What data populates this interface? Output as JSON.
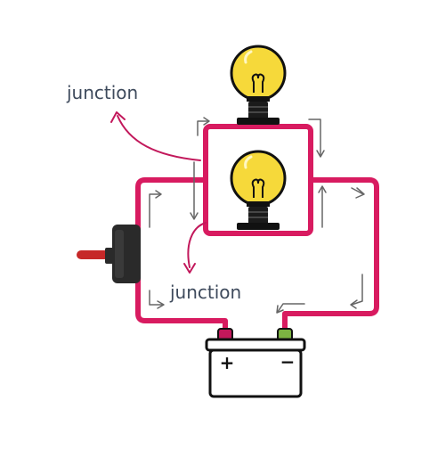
{
  "diagram": {
    "labels": {
      "junction_top": "junction",
      "junction_bottom": "junction",
      "battery_positive": "+",
      "battery_negative": "−"
    },
    "colors": {
      "wire": "#d81b60",
      "bulb_glass": "#f6d93a",
      "bulb_outline": "#111111",
      "bulb_base": "#1b1b1b",
      "switch_body": "#2a2a2a",
      "switch_lever": "#c62828",
      "battery_positive_terminal": "#c2185b",
      "battery_negative_terminal": "#7cb342",
      "flow_arrows": "#666666",
      "label_text": "#3e4a5c"
    },
    "components": [
      "bulb-top",
      "bulb-bottom",
      "toggle-switch",
      "battery"
    ]
  }
}
